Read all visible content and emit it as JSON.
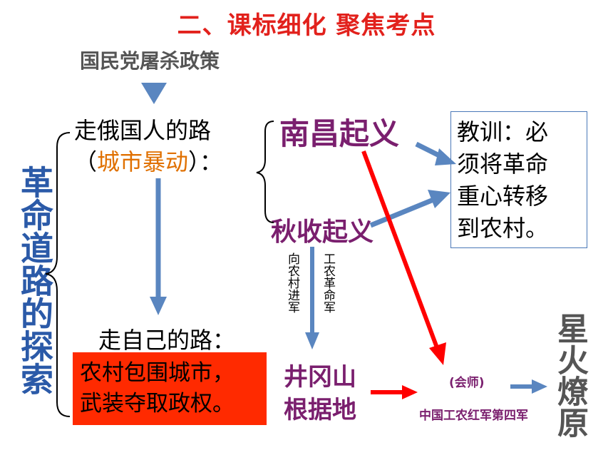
{
  "title": "二、课标细化 聚焦考点",
  "policy": "国民党屠杀政策",
  "exploration_label": "革命道路的探索",
  "russian_road": "走俄国人的路",
  "city_uprising": {
    "open": "（",
    "text": "城市暴动",
    "close": "）："
  },
  "nanchang": "南昌起义",
  "autumn_harvest": "秋收起义",
  "lesson": [
    "教训：必",
    "须将革命",
    "重心转移",
    "到农村。"
  ],
  "to_village": "向农村进军",
  "army": "工农革命军",
  "own_road": "走自己的路：",
  "strategy": [
    "农村包围城市，",
    "武装夺取政权。"
  ],
  "jinggangshan": [
    "井冈山",
    "根据地"
  ],
  "meeting": "(会师)",
  "red_army_4": "中国工农红军第四军",
  "spark": "星火燎原",
  "colors": {
    "title": "#e2211c",
    "purple": "#7a1f6e",
    "blue_arrow": "#5a86c0",
    "red_arrow": "#ff0000",
    "red_box": "#ff2a00",
    "orange": "#e07000",
    "vertical_blue": "#2b5aa8"
  }
}
